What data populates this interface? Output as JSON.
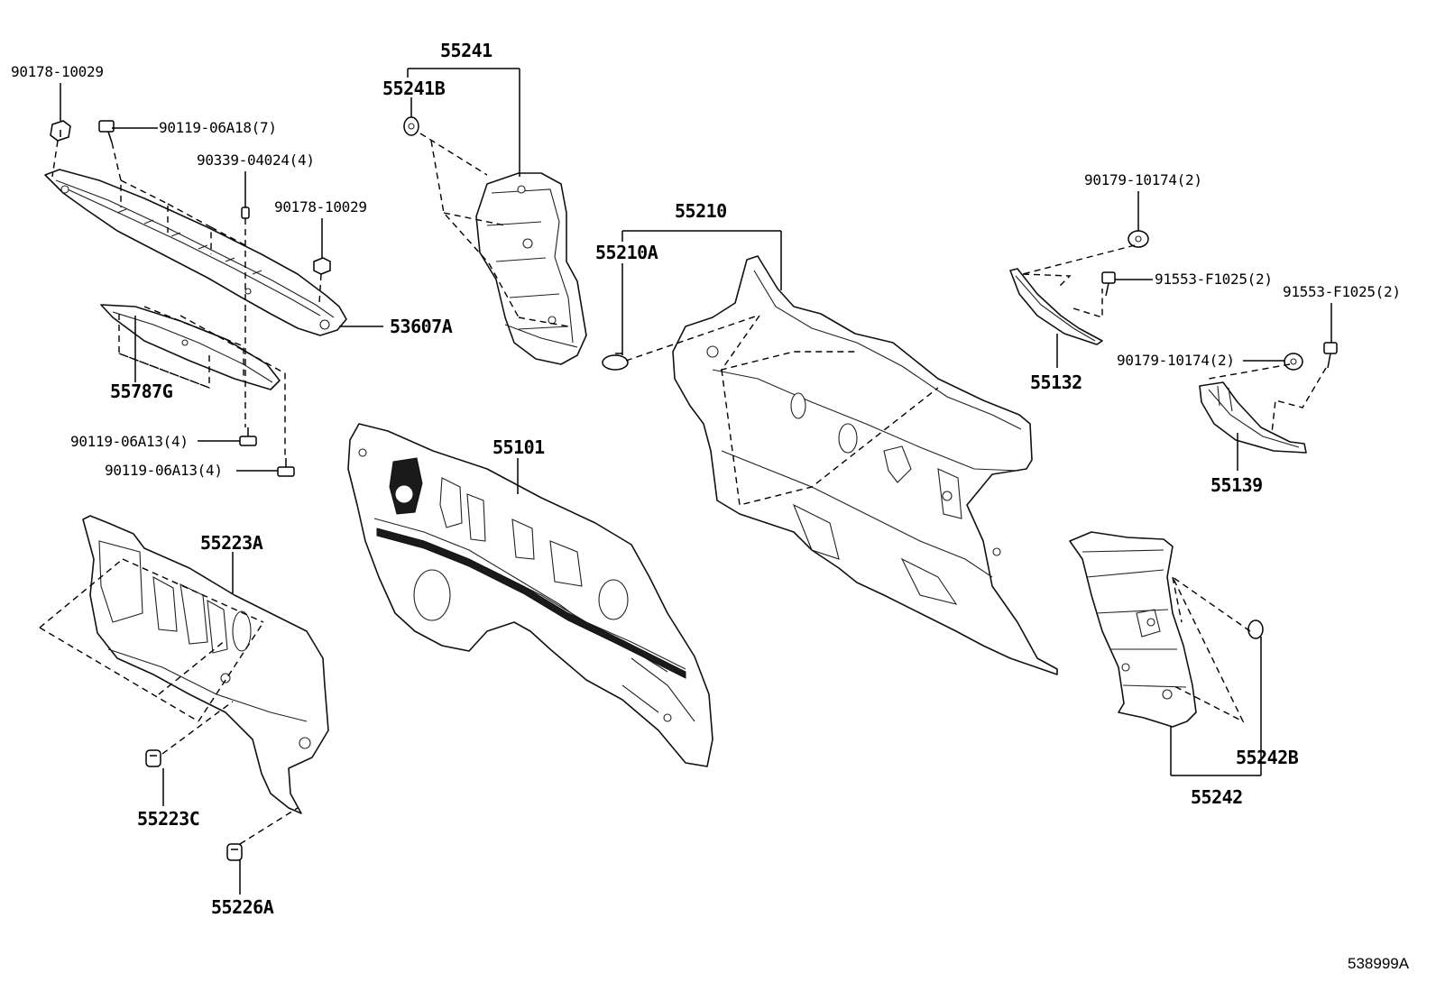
{
  "diagram": {
    "labels": {
      "p90178_top": "90178-10029",
      "p90119_a18": "90119-06A18(7)",
      "p90339": "90339-04024(4)",
      "p90178_mid": "90178-10029",
      "p53607a": "53607A",
      "p55787g": "55787G",
      "p90119_a13_a": "90119-06A13(4)",
      "p90119_a13_b": "90119-06A13(4)",
      "p55241": "55241",
      "p55241b": "55241B",
      "p55210": "55210",
      "p55210a": "55210A",
      "p55101": "55101",
      "p55223a": "55223A",
      "p55223c": "55223C",
      "p55226a": "55226A",
      "p90179_a": "90179-10174(2)",
      "p91553_a": "91553-F1025(2)",
      "p91553_b": "91553-F1025(2)",
      "p90179_b": "90179-10174(2)",
      "p55132": "55132",
      "p55139": "55139",
      "p55242b": "55242B",
      "p55242": "55242"
    },
    "reference": "538999A"
  }
}
